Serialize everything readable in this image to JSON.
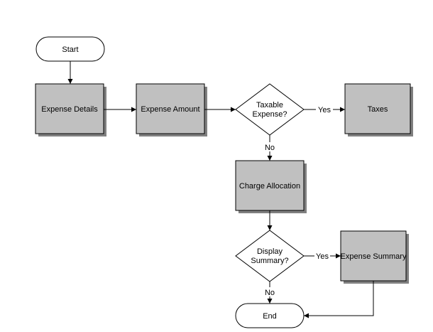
{
  "diagram": {
    "nodes": {
      "start": "Start",
      "expense_details": "Expense Details",
      "expense_amount": "Expense Amount",
      "taxable_line1": "Taxable",
      "taxable_line2": "Expense?",
      "taxes": "Taxes",
      "charge_allocation": "Charge Allocation",
      "display_line1": "Display",
      "display_line2": "Summary?",
      "expense_summary": "Expense Summary",
      "end": "End"
    },
    "edges": {
      "taxable_yes": "Yes",
      "taxable_no": "No",
      "display_yes": "Yes",
      "display_no": "No"
    },
    "colors": {
      "process_fill": "#c0c0c0",
      "shadow": "#808080",
      "stroke": "#000000",
      "terminal_fill": "#ffffff"
    }
  }
}
